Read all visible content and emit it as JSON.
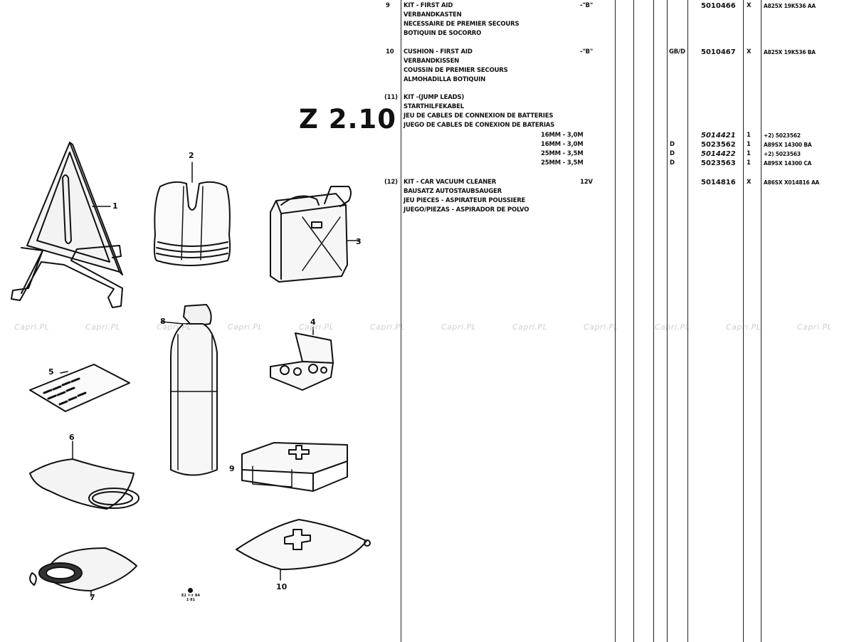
{
  "section_code": "Z 2.10",
  "callouts": [
    "1",
    "2",
    "3",
    "4",
    "5",
    "6",
    "7",
    "8",
    "9",
    "10"
  ],
  "stamp": {
    "line1": "E2 ①③ 84",
    "line2": "1·81"
  },
  "watermark": "Capri.PL",
  "table": {
    "entries": [
      {
        "ref": "9",
        "descriptions": [
          "KIT - FIRST AID",
          "VERBANDKASTEN",
          "NECESSAIRE DE PREMIER SECOURS",
          "BOTIQUIN DE SOCORRO"
        ],
        "code": "-\"B\"",
        "market": "",
        "part_no": "5010466",
        "qty": "X",
        "ref_no": "A825X 19K536 AA"
      },
      {
        "ref": "10",
        "descriptions": [
          "CUSHION - FIRST AID",
          "VERBANDKISSEN",
          "COUSSIN DE PREMIER SECOURS",
          "ALMOHADILLA BOTIQUIN"
        ],
        "code": "-\"B\"",
        "market": "GB/D",
        "part_no": "5010467",
        "qty": "X",
        "ref_no": "A825X 19K536 BA"
      },
      {
        "ref": "(11)",
        "descriptions": [
          "KIT -(JUMP LEADS)",
          "STARTHILFEKABEL",
          "JEU DE CABLES DE CONNEXION DE BATTERIES",
          "JUEGO DE CABLES DE CONEXION DE BATERIAS"
        ],
        "subrows": [
          {
            "spec": "16MM - 3,0M",
            "market": "",
            "part_no": "5014421",
            "qty": "1",
            "ref_no": "+2) 5023562"
          },
          {
            "spec": "16MM - 3,0M",
            "market": "D",
            "part_no": "5023562",
            "qty": "1",
            "ref_no": "A89SX 14300 BA"
          },
          {
            "spec": "25MM - 3,5M",
            "market": "D",
            "part_no": "5014422",
            "qty": "1",
            "ref_no": "+2) 5023563"
          },
          {
            "spec": "25MM - 3,5M",
            "market": "D",
            "part_no": "5023563",
            "qty": "1",
            "ref_no": "A89SX 14300 CA"
          }
        ]
      },
      {
        "ref": "(12)",
        "descriptions": [
          "KIT - CAR VACUUM CLEANER",
          "BAUSATZ AUTOSTAUBSAUGER",
          "JEU PIECES - ASPIRATEUR POUSSIERE",
          "JUEGO/PIEZAS - ASPIRADOR DE POLVO"
        ],
        "code": "12V",
        "market": "",
        "part_no": "5014816",
        "qty": "X",
        "ref_no": "A86SX X014816 AA"
      }
    ]
  }
}
